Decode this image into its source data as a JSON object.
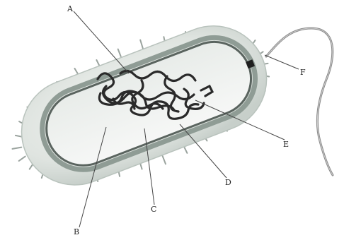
{
  "labels": {
    "a": "A",
    "b": "B",
    "c": "C",
    "d": "D",
    "e": "E",
    "f": "F"
  },
  "colors": {
    "capsule": "#e6ebe7",
    "capsule_edge": "#b9c3bd",
    "cell_wall": "#8f9c95",
    "membrane": "#5a645f",
    "cytoplasm": "#f1f3f1",
    "nucleoid": "#2a2a2a",
    "flagellum": "#8a8a8a",
    "leader_line": "#444444"
  }
}
